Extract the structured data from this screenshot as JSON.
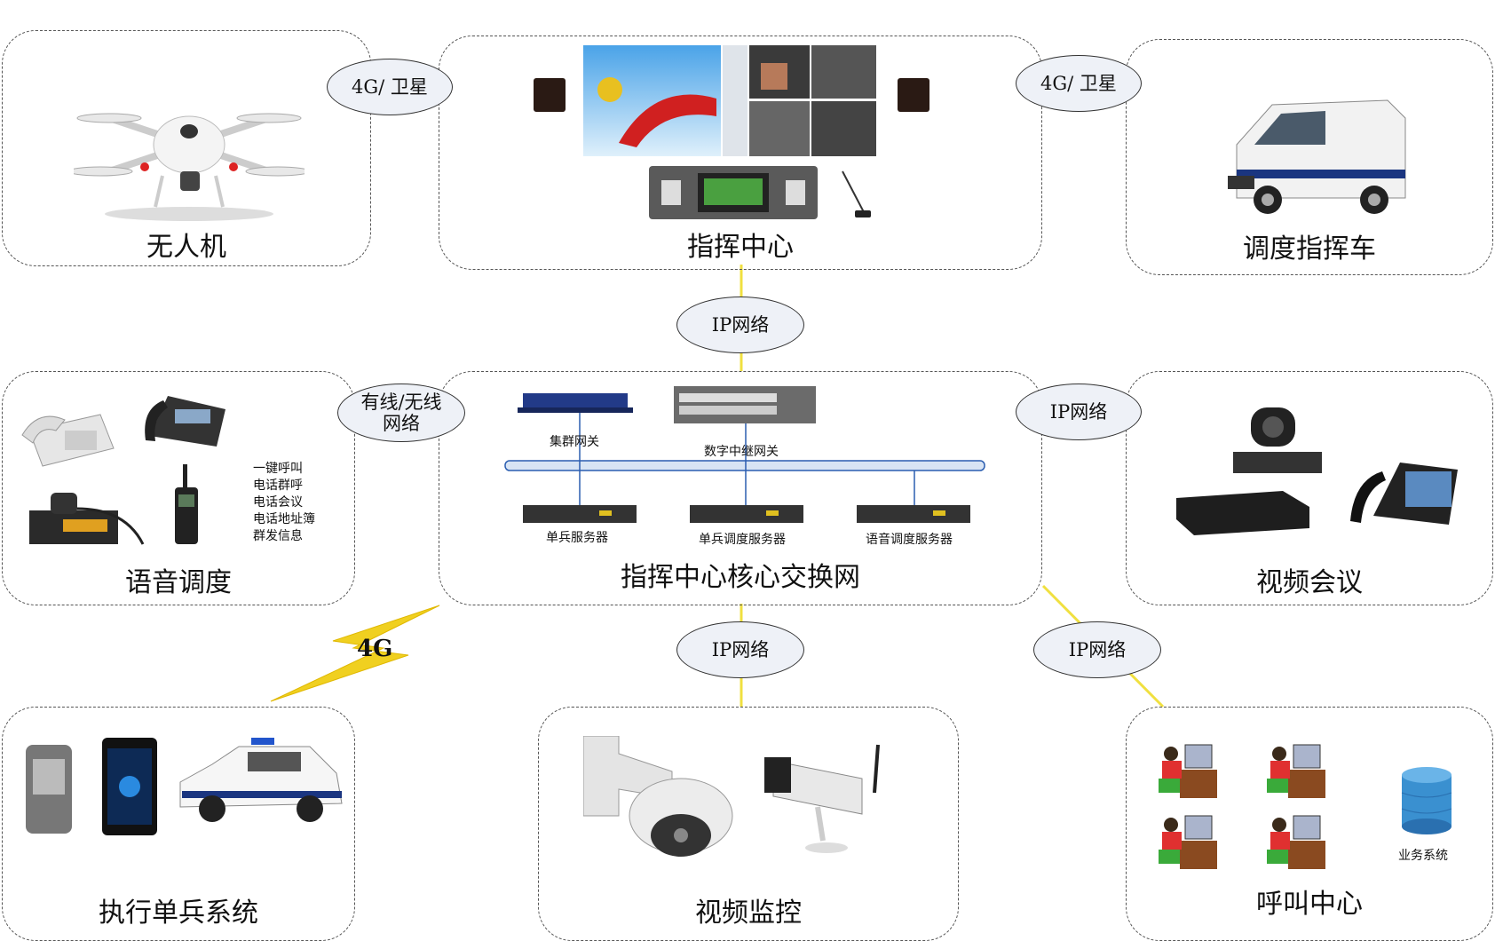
{
  "nodes": {
    "drone": "无人机",
    "command_center": "指挥中心",
    "dispatch_vehicle": "调度指挥车",
    "voice_dispatch": "语音调度",
    "core_network": "指挥中心核心交换网",
    "video_conference": "视频会议",
    "soldier_system": "执行单兵系统",
    "video_surveillance": "视频监控",
    "call_center": "呼叫中心"
  },
  "links": {
    "drone_to_center": "4G/ 卫星",
    "vehicle_to_center": "4G/ 卫星",
    "center_to_core": "IP网络",
    "voice_to_core": "有线/无线\n网络",
    "core_to_videoconf": "IP网络",
    "core_to_surveillance": "IP网络",
    "core_to_callcenter": "IP网络",
    "soldier_to_core": "4G"
  },
  "core_devices": {
    "cluster_gateway": "集群网关",
    "digital_relay_gateway": "数字中继网关",
    "soldier_server": "单兵服务器",
    "soldier_dispatch_server": "单兵调度服务器",
    "voice_dispatch_server": "语音调度服务器"
  },
  "voice_features": [
    "一键呼叫",
    "电话群呼",
    "电话会议",
    "电话地址簿",
    "群发信息"
  ],
  "call_center_extra": "业务系统",
  "colors": {
    "link_line": "#f0e040",
    "bus_line": "#2a5db0",
    "ellipse_fill": "#eef1f7",
    "bolt": "#f0d020"
  }
}
